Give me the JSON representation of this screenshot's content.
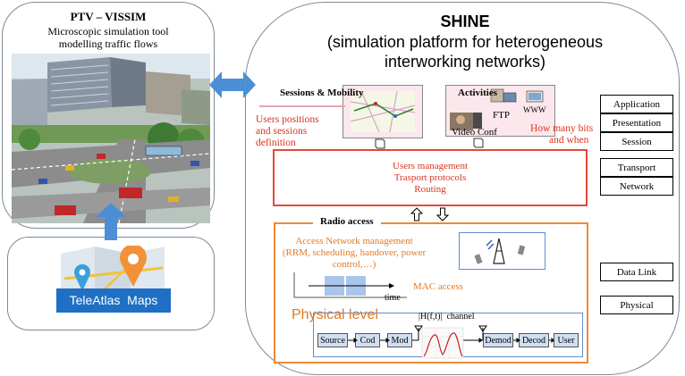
{
  "vissim": {
    "title": "PTV – VISSIM",
    "subtitle_line1": "Microscopic simulation tool",
    "subtitle_line2": "modelling traffic flows"
  },
  "maps": {
    "label": "TeleAtlas  Maps"
  },
  "shine": {
    "title": "SHINE",
    "subtitle_line1": "(simulation platform for heterogeneous",
    "subtitle_line2": "interworking networks)"
  },
  "sessions_mobility": {
    "label": "Sessions & Mobility",
    "note_line1": "Users positions",
    "note_line2": "and sessions",
    "note_line3": "definition"
  },
  "activities": {
    "label": "Activities",
    "ftp": "FTP",
    "www": "WWW",
    "video": "Video Conf",
    "note_line1": "How many bits",
    "note_line2": "and when"
  },
  "network_box": {
    "line1": "Users management",
    "line2": "Trasport protocols",
    "line3": "Routing"
  },
  "radio": {
    "label": "Radio access",
    "mgmt_line1": "Access Network management",
    "mgmt_line2": "(RRM, scheduling, handover, power",
    "mgmt_line3": "control,…)",
    "mac": "MAC access",
    "time": "time"
  },
  "physical": {
    "label": "Physical level",
    "channel": "|H(f,t)|  channel",
    "chain": [
      "Source",
      "Cod",
      "Mod",
      "Demod",
      "Decod",
      "User"
    ]
  },
  "osi_layers": [
    "Application",
    "Presentation",
    "Session",
    "Transport",
    "Network",
    "Data Link",
    "Physical"
  ],
  "colors": {
    "red": "#d9341f",
    "orange": "#e07a22",
    "blue_arrow": "#4a8fd6",
    "maps_blue": "#1f6fc4"
  }
}
